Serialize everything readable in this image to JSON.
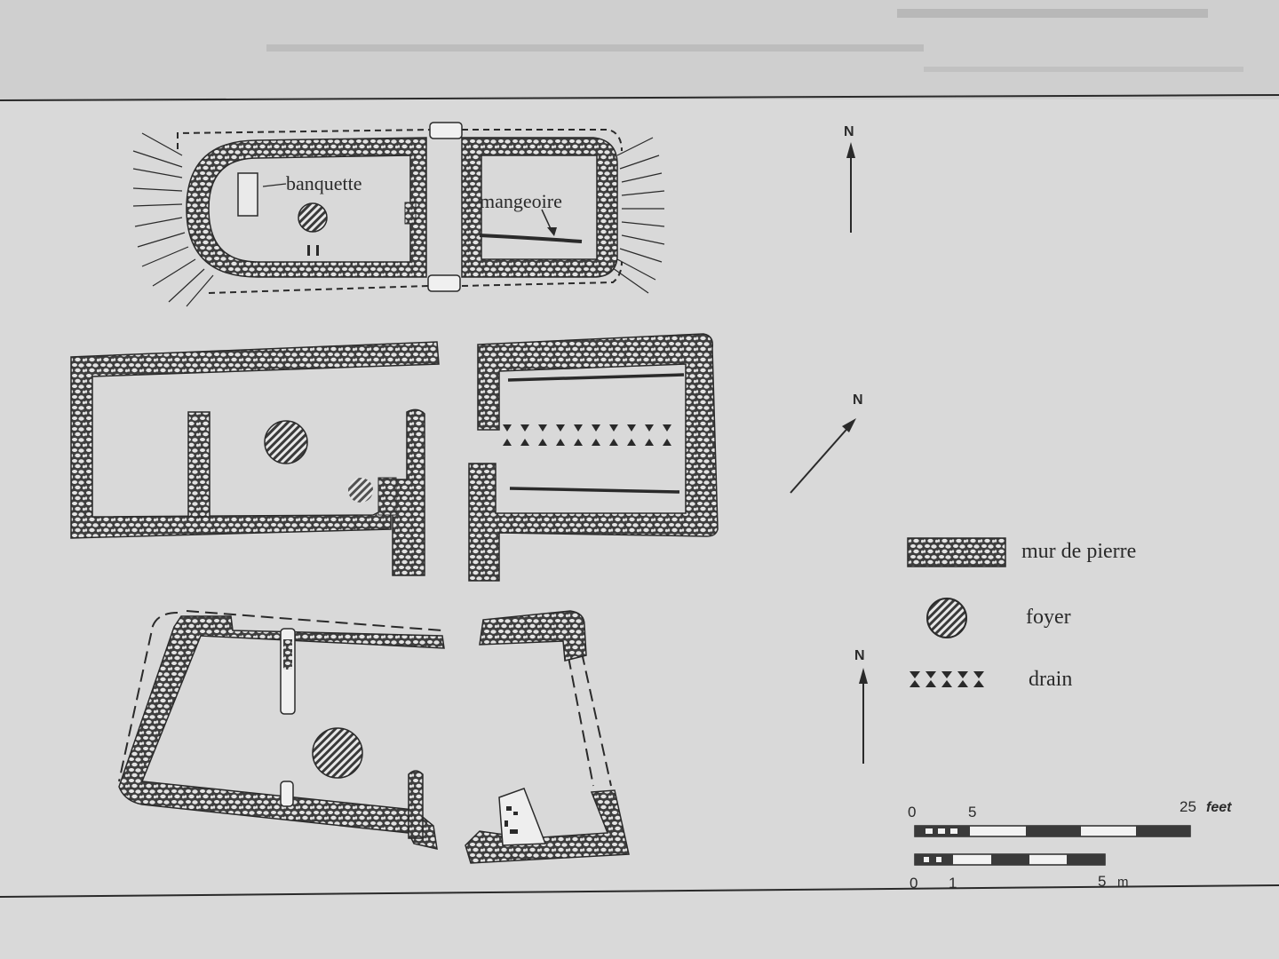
{
  "labels": {
    "banquette": "banquette",
    "mangeoire": "mangeoire",
    "north": "N"
  },
  "legend": {
    "wall": "mur de pierre",
    "hearth": "foyer",
    "drain": "drain"
  },
  "scale": {
    "feet": {
      "zero": "0",
      "five": "5",
      "max": "25",
      "unit": "feet"
    },
    "meters": {
      "zero": "0",
      "one": "1",
      "five": "5",
      "unit": "m"
    }
  },
  "colors": {
    "paper": "#dcdcdc",
    "ink": "#2a2a2a",
    "wall_fill": "#4a4a4a"
  }
}
